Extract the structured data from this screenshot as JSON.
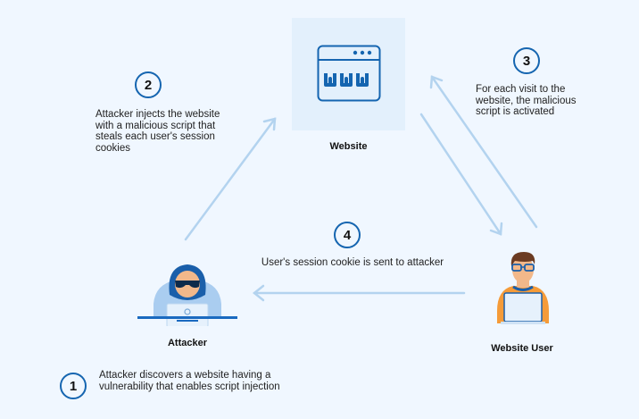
{
  "steps": [
    {
      "number": "1",
      "text": "Attacker discovers a website having a vulnerability that enables script injection"
    },
    {
      "number": "2",
      "text": "Attacker injects the website with a malicious script that steals each user's session cookies"
    },
    {
      "number": "3",
      "text": "For each visit to the website, the malicious script is activated"
    },
    {
      "number": "4",
      "text": "User's session cookie is sent to attacker"
    }
  ],
  "nodes": {
    "website": {
      "label": "Website",
      "icon": "browser-www-icon",
      "icon_text": "WWW"
    },
    "attacker": {
      "label": "Attacker",
      "icon": "hooded-hacker-icon"
    },
    "user": {
      "label": "Website User",
      "icon": "user-laptop-icon"
    }
  },
  "colors": {
    "background": "#f0f7ff",
    "accent": "#1565b0",
    "arrow": "#b3d3ef",
    "website_box": "#e3f0fc"
  }
}
